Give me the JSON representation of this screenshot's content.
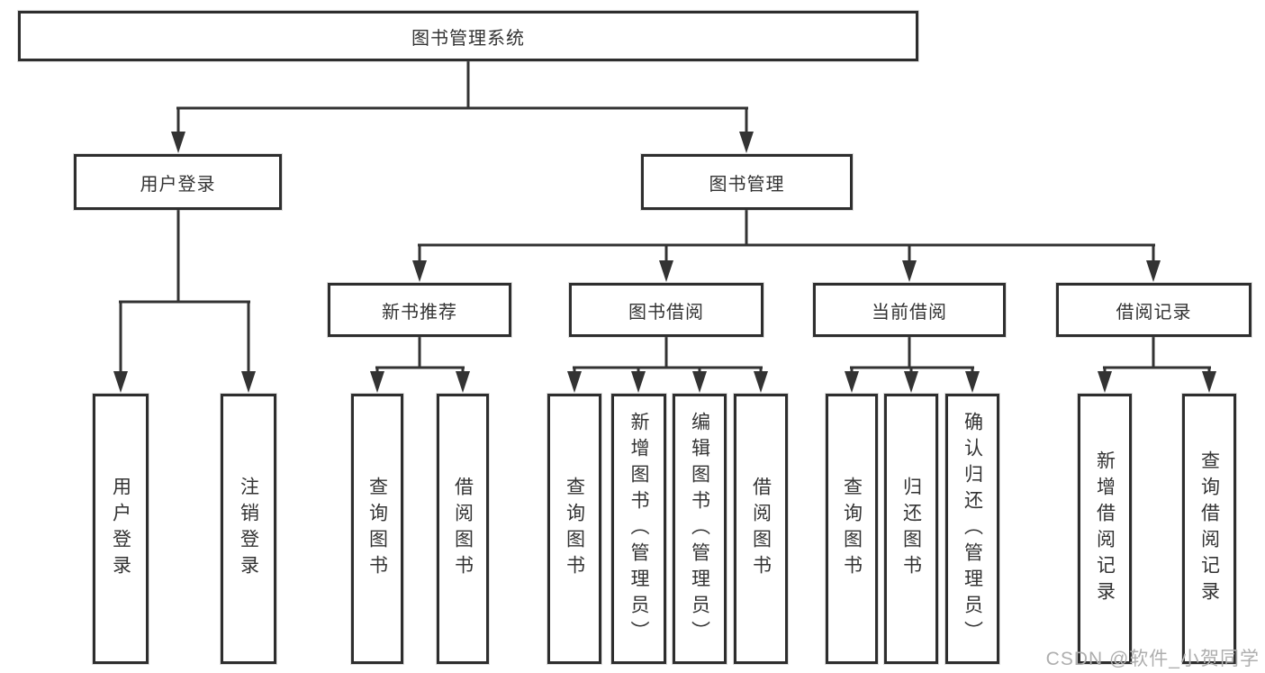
{
  "tree": {
    "root": {
      "label": "图书管理系统"
    },
    "branches": [
      {
        "label": "用户登录",
        "children": [
          {
            "label": "用户登录"
          },
          {
            "label": "注销登录"
          }
        ]
      },
      {
        "label": "图书管理",
        "children": [
          {
            "label": "新书推荐",
            "children": [
              {
                "label": "查询图书"
              },
              {
                "label": "借阅图书"
              }
            ]
          },
          {
            "label": "图书借阅",
            "children": [
              {
                "label": "查询图书"
              },
              {
                "label": "新增图书（管理员）"
              },
              {
                "label": "编辑图书（管理员）"
              },
              {
                "label": "借阅图书"
              }
            ]
          },
          {
            "label": "当前借阅",
            "children": [
              {
                "label": "查询图书"
              },
              {
                "label": "归还图书"
              },
              {
                "label": "确认归还（管理员）"
              }
            ]
          },
          {
            "label": "借阅记录",
            "children": [
              {
                "label": "新增借阅记录"
              },
              {
                "label": "查询借阅记录"
              }
            ]
          }
        ]
      }
    ]
  },
  "watermark": {
    "text": "CSDN @软件_小贺同学"
  },
  "colors": {
    "line": "#333333",
    "box_border": "#2e2e2e",
    "text": "#333333",
    "background": "#ffffff",
    "watermark": "#aeaeae"
  }
}
